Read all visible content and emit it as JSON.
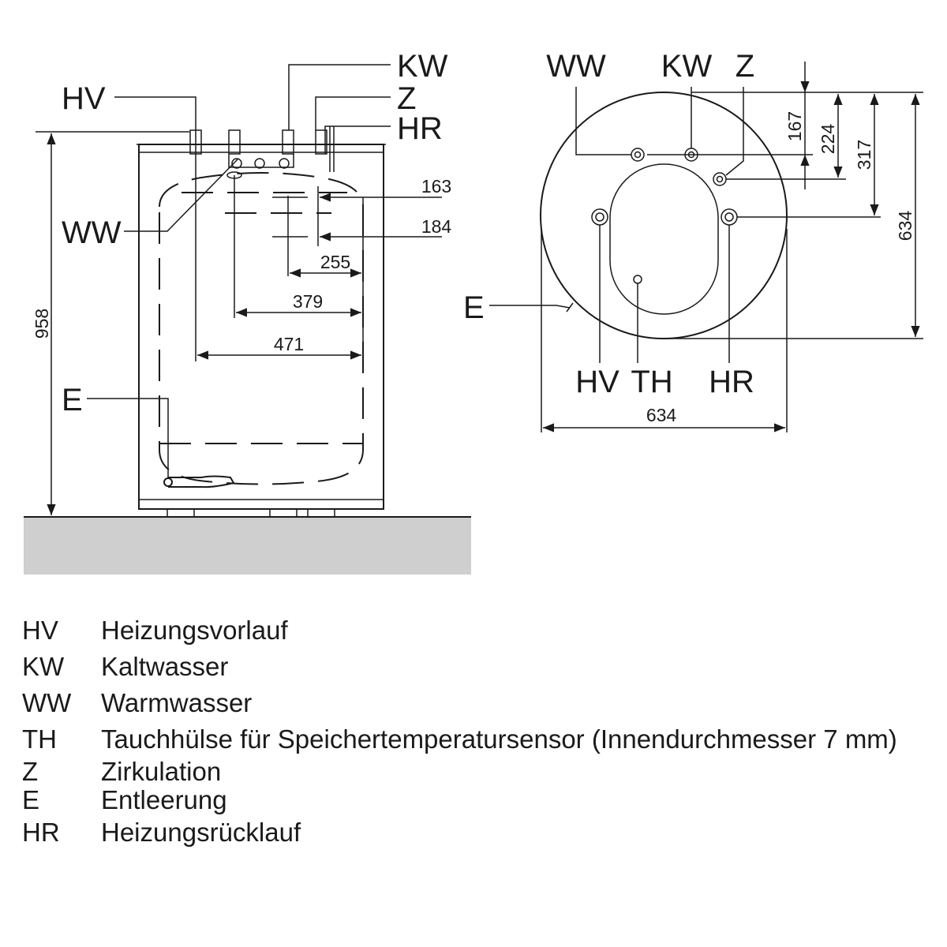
{
  "side_view": {
    "labels": {
      "hv": "HV",
      "kw": "KW",
      "z": "Z",
      "hr": "HR",
      "ww": "WW",
      "e": "E"
    },
    "dimensions": {
      "height": "958",
      "d163": "163",
      "d184": "184",
      "d255": "255",
      "d379": "379",
      "d471": "471"
    }
  },
  "top_view": {
    "labels": {
      "ww": "WW",
      "kw": "KW",
      "z": "Z",
      "e": "E",
      "hv": "HV",
      "th": "TH",
      "hr": "HR"
    },
    "dimensions": {
      "d167": "167",
      "d224": "224",
      "d317": "317",
      "d634_vertical": "634",
      "d634_horizontal": "634"
    }
  },
  "legend": [
    {
      "code": "HV",
      "text": "Heizungsvorlauf"
    },
    {
      "code": "KW",
      "text": "Kaltwasser"
    },
    {
      "code": "WW",
      "text": "Warmwasser"
    },
    {
      "code": "TH",
      "text": "Tauchhülse für Speichertemperatursensor (Innendurchmesser 7 mm)"
    },
    {
      "code": "Z",
      "text": "Zirkulation"
    },
    {
      "code": "E",
      "text": "Entleerung"
    },
    {
      "code": "HR",
      "text": "Heizungsrücklauf"
    }
  ]
}
